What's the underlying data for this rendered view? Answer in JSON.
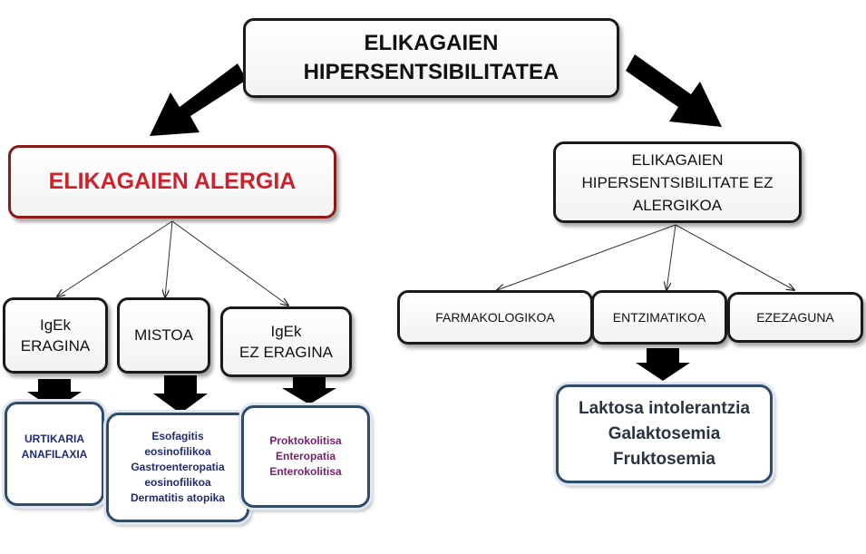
{
  "root": {
    "line1": "ELIKAGAIEN",
    "line2": "HIPERSENTSIBILITATEA"
  },
  "left_branch": {
    "title": "ELIKAGAIEN ALERGIA",
    "title_color": "#d0202a",
    "children": [
      {
        "label": "IgEk\nERAGINA",
        "examples": "URTIKARIA\nANAFILAXIA",
        "examples_color": "#1f2a7a"
      },
      {
        "label": "MISTOA",
        "examples": "Esofagitis\neosinofilikoa\nGastroenteropatia\neosinofilikoa\nDermatitis atopika",
        "examples_color": "#1f2a7a"
      },
      {
        "label": "IgEk\nEZ ERAGINA",
        "examples": "Proktokolitisa\nEnteropatia\nEnterokolitisa",
        "examples_color": "#7a1f6e"
      }
    ]
  },
  "right_branch": {
    "title": "ELIKAGAIEN\nHIPERSENTSIBILITATE EZ\nALERGIKOA",
    "children": [
      {
        "label": "FARMAKOLOGIKOA"
      },
      {
        "label": "ENTZIMATIKOA"
      },
      {
        "label": "EZEZAGUNA"
      }
    ],
    "examples": "Laktosa intolerantzia\nGalaktosemia\nFruktosemia",
    "examples_color": "#2a3340"
  }
}
